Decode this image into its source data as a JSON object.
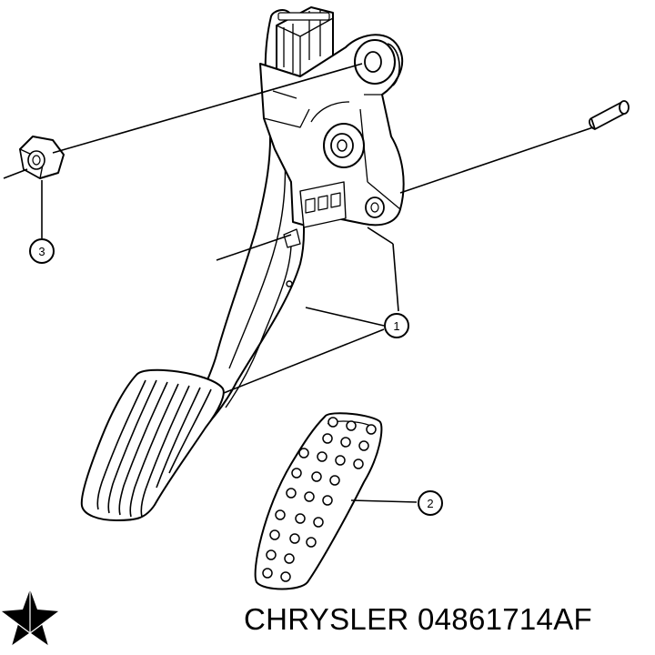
{
  "callouts": [
    {
      "number": "1"
    },
    {
      "number": "2"
    },
    {
      "number": "3"
    }
  ],
  "footer": {
    "brand": "CHRYSLER",
    "part_number": "04861714AF"
  },
  "logo": {
    "name": "chrysler-pentastar-logo"
  }
}
